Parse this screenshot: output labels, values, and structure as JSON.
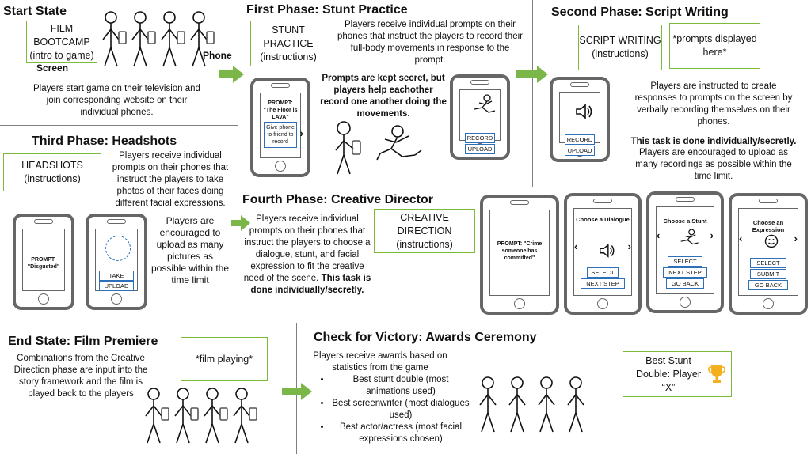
{
  "start": {
    "title": "Start State",
    "box": "FILM BOOTCAMP (intro to game)",
    "screen_label": "Screen",
    "phone_label": "Phone",
    "desc": "Players start game on their television and join corresponding website on their individual phones."
  },
  "phase1": {
    "title": "First Phase: Stunt Practice",
    "box": "STUNT PRACTICE (instructions)",
    "desc": "Players receive individual prompts on their phones that instruct the players to record their full-body movements in response to the prompt.",
    "note": "Prompts are kept secret, but players help eachother record one another doing the movements.",
    "phone_prompt": "PROMPT: \"The Floor is LAVA\"",
    "phone_give": "Give phone to friend to record",
    "record": "RECORD",
    "upload": "UPLOAD"
  },
  "phase2": {
    "title": "Second Phase: Script Writing",
    "box": "SCRIPT WRITING (instructions)",
    "box2": "*prompts displayed here*",
    "desc": "Players are instructed to create responses to prompts on the screen by verbally recording themselves on their phones.",
    "note": "This task is done individually/secretly.",
    "desc2": "Players are encouraged to upload as many recordings as possible within the time limit.",
    "record": "RECORD",
    "upload": "UPLOAD"
  },
  "phase3": {
    "title": "Third Phase: Headshots",
    "box": "HEADSHOTS (instructions)",
    "desc": "Players receive individual prompts on their phones that instruct the players to take photos of their faces doing different facial expressions.",
    "desc2": "Players are encouraged to upload as many pictures as possible within the time limit",
    "phone_prompt": "PROMPT: \"Disgusted\"",
    "take": "TAKE",
    "upload": "UPLOAD"
  },
  "phase4": {
    "title": "Fourth Phase: Creative Director",
    "box": "CREATIVE DIRECTION (instructions)",
    "desc": "Players receive individual prompts on their phones that instruct the players to choose a dialogue, stunt, and facial expression to fit the creative need of the scene.",
    "note": "This task is done individually/secretly.",
    "phone_prompt": "PROMPT: \"Crime someone has committed\"",
    "dialogue_title": "Choose a Dialogue",
    "stunt_title": "Choose a Stunt",
    "expression_title": "Choose an Expression",
    "select": "SELECT",
    "next_step": "NEXT STEP",
    "go_back": "GO BACK",
    "submit": "SUBMIT"
  },
  "end": {
    "title": "End State: Film Premiere",
    "box": "*film playing*",
    "desc": "Combinations from the Creative Direction phase are input into the story framework and the film is played back to the players"
  },
  "victory": {
    "title": "Check for Victory: Awards Ceremony",
    "desc": "Players receive awards based on statistics from the game",
    "bullets": [
      "Best stunt double (most animations used)",
      "Best screenwriter (most dialogues used)",
      "Best actor/actress (most facial expressions chosen)"
    ],
    "award": "Best Stunt Double: Player “X”"
  },
  "colors": {
    "arrow": "#7ab648",
    "box_border": "#7cba3a",
    "button_border": "#2d6fb8",
    "trophy": "#f2b01e"
  }
}
